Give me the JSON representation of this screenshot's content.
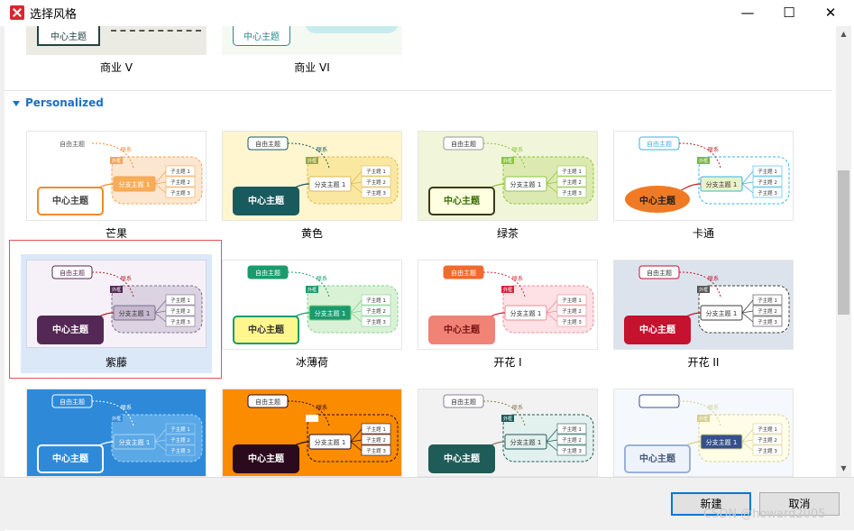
{
  "window": {
    "title": "选择风格",
    "minimize": "—",
    "maximize": "☐",
    "close": "✕"
  },
  "top_row": {
    "items": [
      {
        "label": "商业 V",
        "center_text": "中心主题"
      },
      {
        "label": "商业 VI",
        "center_text": "中心主题"
      }
    ]
  },
  "section": {
    "title": "Personalized"
  },
  "thumb_text": {
    "center": "中心主题",
    "branch": "分支主题 1",
    "free": "自由主题",
    "link": "联系",
    "outer": "外框",
    "sub1": "子主题 1",
    "sub2": "子主题 2",
    "sub3": "子主题 3"
  },
  "styles": [
    {
      "label": "芒果",
      "bg": "#ffffff",
      "center_fill": "#ffffff",
      "center_stroke": "#f08a2e",
      "center_color": "#444444",
      "cloud": "#fde6cf",
      "cloud_stroke": "#f5a356",
      "branch_fill": "#f7ad58",
      "branch_color": "#ffffff",
      "free_stroke": "#ffffff",
      "free_color": "#555555",
      "outer_fill": "#f5a356",
      "line": "#f08a2e"
    },
    {
      "label": "黄色",
      "bg": "#fff5cf",
      "center_fill": "#195a5f",
      "center_stroke": "#195a5f",
      "center_color": "#ffffff",
      "cloud": "#fbe8a0",
      "cloud_stroke": "#d8b95a",
      "branch_fill": "#ffffff",
      "branch_color": "#333333",
      "free_stroke": "#195a5f",
      "free_color": "#333333",
      "outer_fill": "#9aa544",
      "line": "#195a5f"
    },
    {
      "label": "绿茶",
      "bg": "#f1f5d9",
      "center_fill": "#fdffe0",
      "center_stroke": "#3b3a1a",
      "center_color": "#3b6d08",
      "cloud": "#dceab1",
      "cloud_stroke": "#8cc63f",
      "branch_fill": "#ffffff",
      "branch_color": "#333333",
      "free_stroke": "#999999",
      "free_color": "#333333",
      "outer_fill": "#8cc63f",
      "line": "#8cc63f"
    },
    {
      "label": "卡通",
      "bg": "#ffffff",
      "center_fill": "#f07a23",
      "center_stroke": "#f07a23",
      "center_color": "#222222",
      "cloud": "#ffffff",
      "cloud_stroke": "#3ab3e6",
      "branch_fill": "#e8f2c8",
      "branch_color": "#333333",
      "free_stroke": "#3ab3e6",
      "free_color": "#3ab3e6",
      "outer_fill": "#79b742",
      "line": "#c41e1e"
    },
    {
      "label": "紫藤",
      "bg": "#f6f1f8",
      "center_fill": "#542855",
      "center_stroke": "#542855",
      "center_color": "#ffffff",
      "cloud": "#dcd3e2",
      "cloud_stroke": "#7d6d8a",
      "branch_fill": "#c5b8cf",
      "branch_color": "#333333",
      "free_stroke": "#542855",
      "free_color": "#542855",
      "outer_fill": "#542855",
      "line": "#b0272f"
    },
    {
      "label": "冰薄荷",
      "bg": "#ffffff",
      "center_fill": "#fff78d",
      "center_stroke": "#1a9b6e",
      "center_color": "#333333",
      "cloud": "#d9f2d6",
      "cloud_stroke": "#7fcf8a",
      "branch_fill": "#1a9b6e",
      "branch_color": "#ffffff",
      "free_stroke": "#1a9b6e",
      "free_color": "#ffffff",
      "outer_fill": "#1a9b6e",
      "line": "#1a9b6e"
    },
    {
      "label": "开花 I",
      "bg": "#ffffff",
      "center_fill": "#f08276",
      "center_stroke": "#f08276",
      "center_color": "#7a1414",
      "cloud": "#fde1e4",
      "cloud_stroke": "#f08a96",
      "branch_fill": "#ffffff",
      "branch_color": "#333333",
      "free_stroke": "#f06a2e",
      "free_color": "#ffffff",
      "outer_fill": "#d9263f",
      "line": "#d9263f"
    },
    {
      "label": "开花 II",
      "bg": "#dde3ec",
      "center_fill": "#c4122f",
      "center_stroke": "#c4122f",
      "center_color": "#ffffff",
      "cloud": "#ffffff",
      "cloud_stroke": "#3c3c3c",
      "branch_fill": "#ffffff",
      "branch_color": "#333333",
      "free_stroke": "#c4122f",
      "free_color": "#333333",
      "outer_fill": "#555555",
      "line": "#c4122f"
    },
    {
      "label": "",
      "bg": "#2e8ad9",
      "center_fill": "#2e8ad9",
      "center_stroke": "#ffffff",
      "center_color": "#ffffff",
      "cloud": "#5aa8e6",
      "cloud_stroke": "#a8d3f5",
      "branch_fill": "#5aa8e6",
      "branch_color": "#ffffff",
      "free_stroke": "#ffffff",
      "free_color": "#ffffff",
      "outer_fill": "#2e8ad9",
      "line": "#ffffff"
    },
    {
      "label": "",
      "bg": "#fb8c00",
      "center_fill": "#2a0a1c",
      "center_stroke": "#2a0a1c",
      "center_color": "#ffffff",
      "cloud": "#fb8c00",
      "cloud_stroke": "#2a0a1c",
      "branch_fill": "#ffffff",
      "branch_color": "#333333",
      "free_stroke": "#2a0a1c",
      "free_color": "#333333",
      "outer_fill": "#ffffff",
      "line": "#2a0a1c"
    },
    {
      "label": "",
      "bg": "#f2f2f2",
      "center_fill": "#1f5c58",
      "center_stroke": "#1f5c58",
      "center_color": "#ffffff",
      "cloud": "#e3f1ee",
      "cloud_stroke": "#1f5c58",
      "branch_fill": "#e3f1ee",
      "branch_color": "#333333",
      "free_stroke": "#8a8096",
      "free_color": "#333333",
      "outer_fill": "#1f5c58",
      "line": "#8a7a55"
    },
    {
      "label": "",
      "bg": "#f5f8fc",
      "center_fill": "#eef3fb",
      "center_stroke": "#9ab1d6",
      "center_color": "#44577a",
      "cloud": "#fffde8",
      "cloud_stroke": "#d6cf8e",
      "branch_fill": "#35508a",
      "branch_color": "#ffffff",
      "free_stroke": "#35508a",
      "free_color": "#ffffff",
      "outer_fill": "#d6cf8e",
      "line": "#d6cf8e"
    }
  ],
  "buttons": {
    "ok": "新建",
    "cancel": "取消"
  },
  "watermark": "CSDN @howard2005"
}
